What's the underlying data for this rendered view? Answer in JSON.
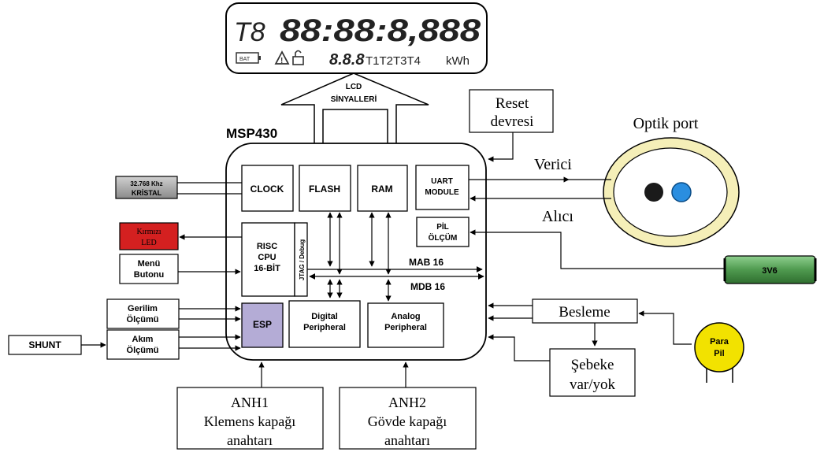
{
  "lcd": {
    "tariff": "T8",
    "digits": "88:88:8,888",
    "battery_label": "BAT",
    "small_digits": "8.8.8",
    "tariff_labels": "T1T2T3T4",
    "unit": "kWh",
    "signal_line1": "LCD",
    "signal_line2": "SİNYALLERİ"
  },
  "mcu": {
    "title": "MSP430",
    "clock": "CLOCK",
    "flash": "FLASH",
    "ram": "RAM",
    "uart_line1": "UART",
    "uart_line2": "MODULE",
    "pil_line1": "PİL",
    "pil_line2": "ÖLÇÜM",
    "cpu_line1": "RISC",
    "cpu_line2": "CPU",
    "cpu_line3": "16-BİT",
    "jtag": "JTAG / Debug",
    "mab": "MAB 16",
    "mdb": "MDB 16",
    "esp": "ESP",
    "digital_line1": "Digital",
    "digital_line2": "Peripheral",
    "analog_line1": "Analog",
    "analog_line2": "Peripheral"
  },
  "left": {
    "crystal_line1": "32.768 Khz",
    "crystal_line2": "KRİSTAL",
    "led_line1": "Kırmızı",
    "led_line2": "LED",
    "menu_line1": "Menü",
    "menu_line2": "Butonu",
    "voltage_line1": "Gerilim",
    "voltage_line2": "Ölçümü",
    "current_line1": "Akım",
    "current_line2": "Ölçümü",
    "shunt": "SHUNT"
  },
  "right": {
    "reset_line1": "Reset",
    "reset_line2": "devresi",
    "optik": "Optik port",
    "verici": "Verici",
    "alici": "Alıcı",
    "battery": "3V6",
    "besleme": "Besleme",
    "sebeke_line1": "Şebeke",
    "sebeke_line2": "var/yok",
    "para_line1": "Para",
    "para_line2": "Pil"
  },
  "bottom": {
    "anh1_line1": "ANH1",
    "anh1_line2": "Klemens kapağı",
    "anh1_line3": "anahtarı",
    "anh2_line1": "ANH2",
    "anh2_line2": "Gövde kapağı",
    "anh2_line3": "anahtarı"
  },
  "colors": {
    "crystal": "#9a9a9a",
    "led": "#d42020",
    "esp": "#b4acd6",
    "battery": "#4f9a4f",
    "optik_ring": "#f5efb8",
    "para_pil": "#f2e200",
    "port_blue": "#2a8ee0",
    "port_black": "#1a1a1a"
  }
}
